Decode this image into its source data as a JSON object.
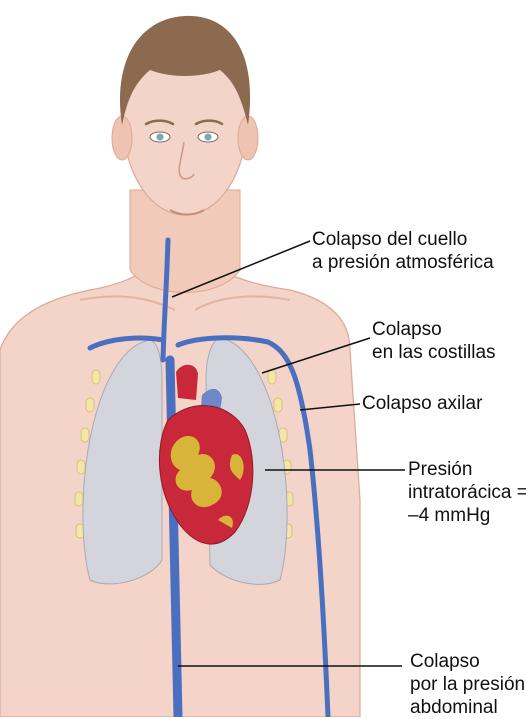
{
  "colors": {
    "skin": "#f4d3c8",
    "skin_shadow": "#e6b9a8",
    "hair": "#8c6a4f",
    "lung": "#d3d4dc",
    "vein": "#4a6fc0",
    "rib": "#f3e6a8",
    "heart_red": "#c8283a",
    "heart_yellow": "#d9b43a",
    "leader_line": "#111111"
  },
  "labels": {
    "neck": {
      "line1": "Colapso del cuello",
      "line2": "a presión atmosférica"
    },
    "ribs": {
      "line1": "Colapso",
      "line2": "en las costillas"
    },
    "axillary": {
      "line1": "Colapso axilar"
    },
    "intrathoracic": {
      "line1": "Presión",
      "line2": "intratorácica =",
      "line3": "–4 mmHg"
    },
    "abdominal": {
      "line1": "Colapso",
      "line2": "por la presión",
      "line3": "abdominal"
    }
  }
}
